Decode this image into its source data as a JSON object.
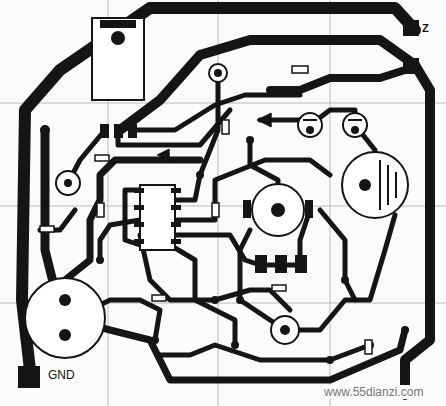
{
  "diagram": {
    "labels": [
      "Z",
      "GND",
      "www.55dianzi.com"
    ]
  }
}
